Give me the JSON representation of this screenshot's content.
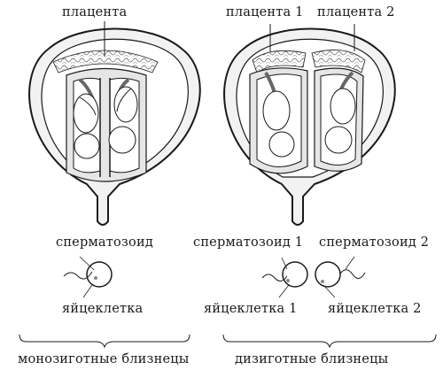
{
  "mono": {
    "placenta": "плацента",
    "sperm": "сперматозоид",
    "egg": "яйцеклетка",
    "caption": "монозиготные близнецы"
  },
  "di": {
    "placenta1": "плацента 1",
    "placenta2": "плацента 2",
    "sperm1": "сперматозоид 1",
    "sperm2": "сперматозоид 2",
    "egg1": "яйцеклетка 1",
    "egg2": "яйцеклетка 2",
    "caption": "дизиготные близнецы"
  }
}
